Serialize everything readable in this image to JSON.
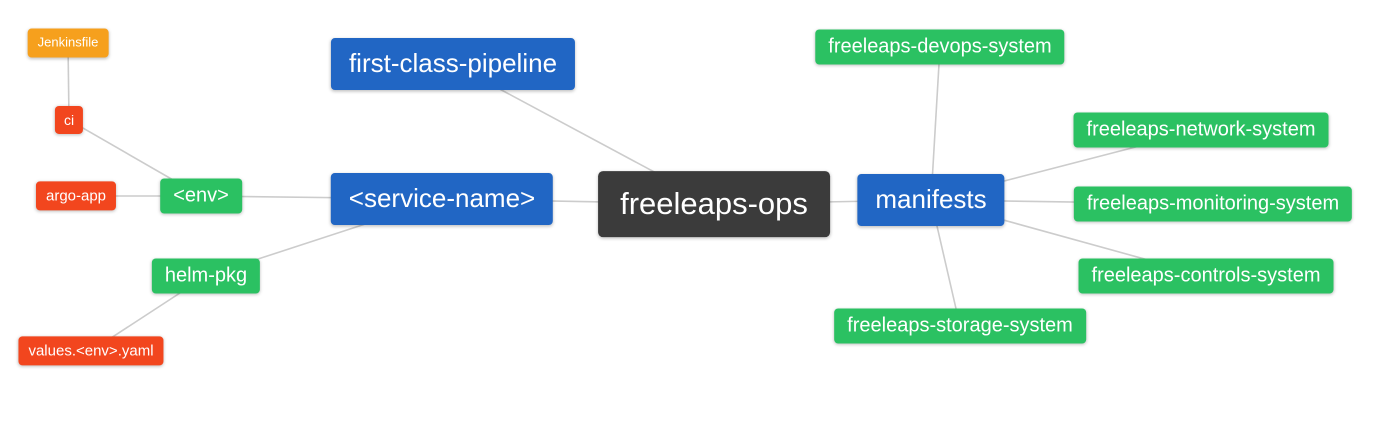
{
  "diagram": {
    "type": "mindmap",
    "root": {
      "label": "freeleaps-ops"
    },
    "nodes": {
      "first_class_pipeline": {
        "label": "first-class-pipeline"
      },
      "service_name": {
        "label": "<service-name>"
      },
      "env": {
        "label": "<env>"
      },
      "ci": {
        "label": "ci"
      },
      "jenkinsfile": {
        "label": "Jenkinsfile"
      },
      "argo_app": {
        "label": "argo-app"
      },
      "helm_pkg": {
        "label": "helm-pkg"
      },
      "values_env_yaml": {
        "label": "values.<env>.yaml"
      },
      "manifests": {
        "label": "manifests"
      },
      "devops_system": {
        "label": "freeleaps-devops-system"
      },
      "network_system": {
        "label": "freeleaps-network-system"
      },
      "monitoring_system": {
        "label": "freeleaps-monitoring-system"
      },
      "controls_system": {
        "label": "freeleaps-controls-system"
      },
      "storage_system": {
        "label": "freeleaps-storage-system"
      }
    },
    "edges": [
      [
        "freeleaps-ops",
        "first-class-pipeline"
      ],
      [
        "freeleaps-ops",
        "<service-name>"
      ],
      [
        "<service-name>",
        "<env>"
      ],
      [
        "<env>",
        "ci"
      ],
      [
        "ci",
        "Jenkinsfile"
      ],
      [
        "<env>",
        "argo-app"
      ],
      [
        "<service-name>",
        "helm-pkg"
      ],
      [
        "helm-pkg",
        "values.<env>.yaml"
      ],
      [
        "freeleaps-ops",
        "manifests"
      ],
      [
        "manifests",
        "freeleaps-devops-system"
      ],
      [
        "manifests",
        "freeleaps-network-system"
      ],
      [
        "manifests",
        "freeleaps-monitoring-system"
      ],
      [
        "manifests",
        "freeleaps-controls-system"
      ],
      [
        "manifests",
        "freeleaps-storage-system"
      ]
    ],
    "colors": {
      "root_bg": "#3b3b3b",
      "branch_bg": "#2166c4",
      "green_bg": "#2bc162",
      "red_bg": "#f2461e",
      "amber_bg": "#f6a01d",
      "connector": "#cccccc",
      "text": "#ffffff"
    }
  }
}
